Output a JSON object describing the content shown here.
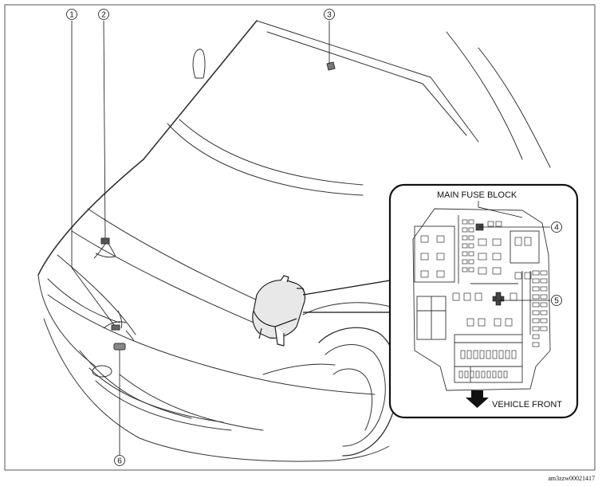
{
  "callouts": [
    "1",
    "2",
    "3",
    "4",
    "5",
    "6"
  ],
  "inset": {
    "title": "MAIN FUSE BLOCK",
    "direction_label": "VEHICLE FRONT"
  },
  "image_code": "am3zzw00021417"
}
